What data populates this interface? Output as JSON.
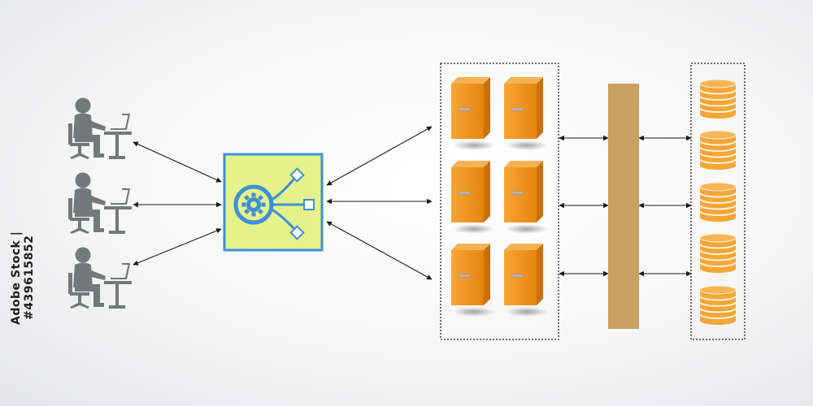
{
  "diagram": {
    "side_text": "Adobe Stock | #439615852",
    "colors": {
      "user": "#727a79",
      "balancer_fill": "#e4f28a",
      "balancer_border": "#3f8fd8",
      "balancer_icon": "#3f8fd8",
      "server_front": "#f0941d",
      "server_side": "#c96f0e",
      "server_top": "#f7b155",
      "bus": "#c99f62",
      "db_body": "#f4a637",
      "db_line": "#fdf0d8",
      "connector": "#1a1a1a",
      "group_border": "#222222"
    },
    "icons": {
      "user": "user-at-desk-icon",
      "balancer": "gear-network-icon",
      "server": "server-tower-icon",
      "database": "database-cylinder-icon"
    },
    "counts": {
      "users": 3,
      "servers": 6,
      "databases": 5
    }
  }
}
